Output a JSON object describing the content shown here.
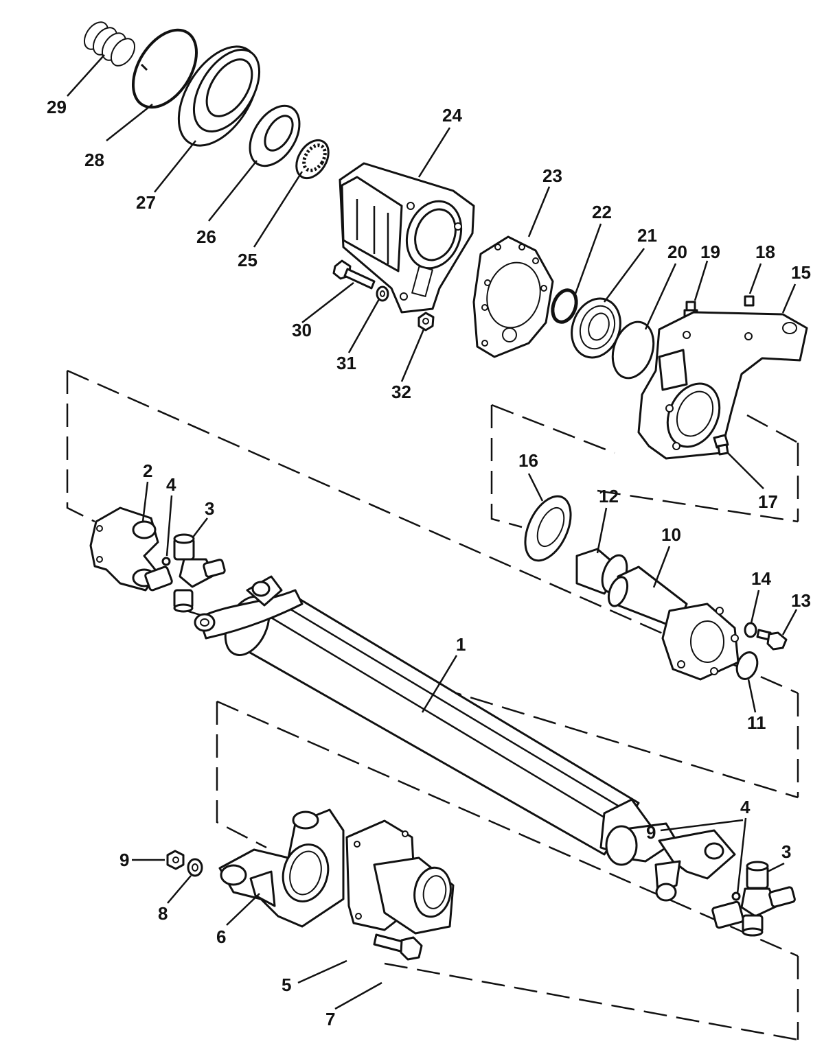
{
  "callouts": {
    "c1": "1",
    "c2": "2",
    "c3a": "3",
    "c3b": "3",
    "c4a": "4",
    "c4b": "4",
    "c5": "5",
    "c6": "6",
    "c7": "7",
    "c8": "8",
    "c9a": "9",
    "c9b": "9",
    "c10": "10",
    "c11": "11",
    "c12": "12",
    "c13": "13",
    "c14": "14",
    "c15": "15",
    "c16": "16",
    "c17": "17",
    "c18": "18",
    "c19": "19",
    "c20": "20",
    "c21": "21",
    "c22": "22",
    "c23": "23",
    "c24": "24",
    "c25": "25",
    "c26": "26",
    "c27": "27",
    "c28": "28",
    "c29": "29",
    "c30": "30",
    "c31": "31",
    "c32": "32"
  }
}
